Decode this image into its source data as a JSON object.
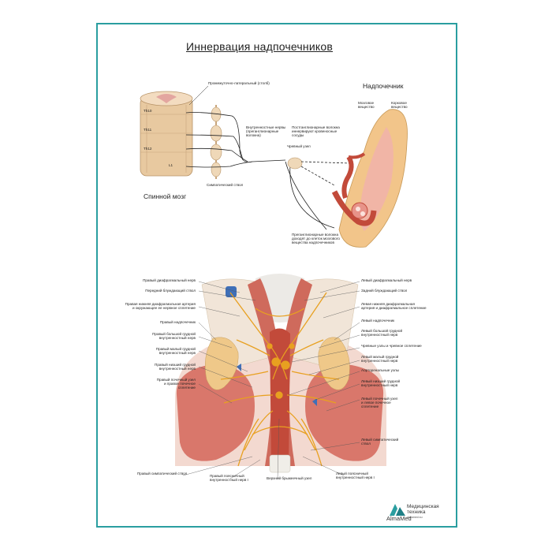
{
  "title": "Иннервация надпочечников",
  "top_diagram": {
    "spinal_cord": "Спинной мозг",
    "segments": [
      "Th10",
      "Th11",
      "Th12",
      "L1"
    ],
    "intermediolateral_column": "Промежуточно-латеральный (столб)",
    "sympathetic_trunk": "Симпатический ствол",
    "splanchnic_nerves": "Внутренностные нервы\n(преганглионарные\nволокна)",
    "celiac_ganglion": "Чревный узел",
    "adrenal_gland": "Надпочечник",
    "postganglionic": "Постганглионарные волокна\nиннервируют кровеносные\nсосуды",
    "medulla": "Мозговое\nвещество",
    "cortex": "Корковое\nвещество",
    "preganglionic": "Преганглионарные волокна\nдоходят до клеток мозгового\nвещества надпочечников"
  },
  "bottom_diagram": {
    "left_labels": [
      "Правый диафрагмальный нерв",
      "Передний блуждающий ствол",
      "Правая нижняя диафрагмальная артерия\nи окружающее ее нервное сплетение",
      "Правый надпочечник",
      "Правый большой грудной\nвнутренностный нерв",
      "Правый малый грудной\nвнутренностный нерв",
      "Правый низший грудной\nвнутренностный нерв",
      "Правый почечный узел\nи правое почечное\nсплетение"
    ],
    "right_labels": [
      "Левый диафрагмальный нерв",
      "Задний блуждающий ствол",
      "Левая нижняя диафрагмальная\nартерия и диафрагмальное сплетение",
      "Левый надпочечник",
      "Левый большой грудной\nвнутренностный нерв",
      "Чревные узлы и чревное сплетение",
      "Левый малый грудной\nвнутренностный нерв",
      "Аорторенальные узлы",
      "Левый низший грудной\nвнутренностный нерв",
      "Левый почечный узел\nи левое почечное\nсплетение",
      "Левый симпатический\nствол"
    ],
    "bottom_labels": [
      "Правый симпатический ствол",
      "Правый поясничный\nвнутренностный нерв I",
      "Верхний брыжеечный узел",
      "Левый поясничный\nвнутренностный нерв I"
    ]
  },
  "logo": {
    "brand": "AlmaMed",
    "name": "Медицинская\nтехника",
    "site": "almamed.su"
  },
  "colors": {
    "frame": "#2a9ea0",
    "nerve": "#e8a020",
    "muscle": "#d9776b",
    "adrenal": "#f2c58a"
  }
}
